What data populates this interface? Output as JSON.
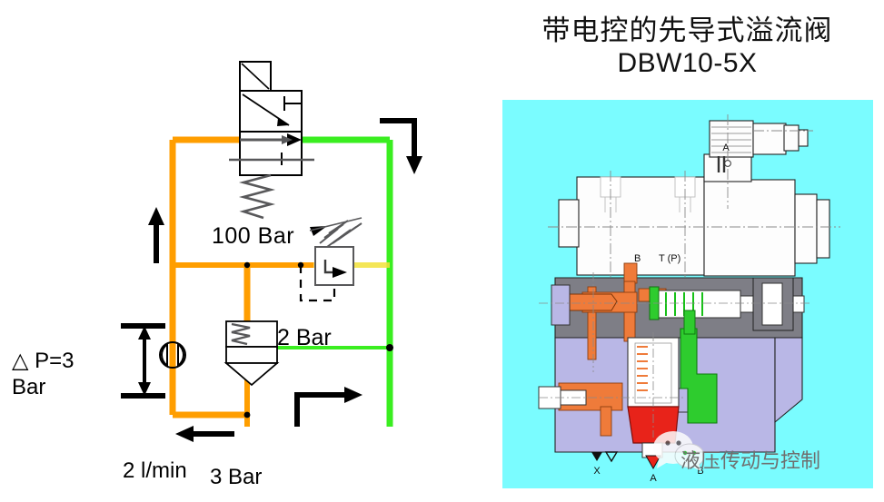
{
  "document": {
    "kind": "hydraulic-schematic-slide"
  },
  "schematic": {
    "name": "pilot-operated-relief-valve-circuit",
    "labels": {
      "main_setting": "100 Bar",
      "pilot_setting": "2 Bar",
      "delta_p_line1": "△ P=3",
      "delta_p_line2": "Bar",
      "flow_rate": "2 l/min",
      "tank_pressure": "3 Bar"
    },
    "colors": {
      "pressure_line": "#FF9E00",
      "return_line": "#3AEE20",
      "outline": "#000000",
      "symbol_gray": "#58585a"
    },
    "components": [
      {
        "name": "directional-control-valve",
        "type": "2-position solenoid valve with spring return"
      },
      {
        "name": "pilot-relief-valve",
        "type": "adjustable pressure relief pilot stage"
      },
      {
        "name": "main-relief-poppet",
        "type": "spring loaded cone / poppet"
      },
      {
        "name": "orifice",
        "type": "fixed restriction"
      }
    ]
  },
  "right_panel": {
    "title_cn": "带电控的先导式溢流阀",
    "title_en": "DBW10-5X",
    "photo": {
      "name": "valve-cutaway-drawing",
      "background_color": "#7AFCFF",
      "callouts": {
        "solenoid": "A",
        "port_b_top": "B",
        "port_t_p": "T (P)",
        "port_x": "X",
        "port_a_bottom": "A",
        "port_b_bottom": "B"
      },
      "watermark": {
        "icon": "wechat-icon",
        "text": "液压传动与控制"
      }
    }
  }
}
